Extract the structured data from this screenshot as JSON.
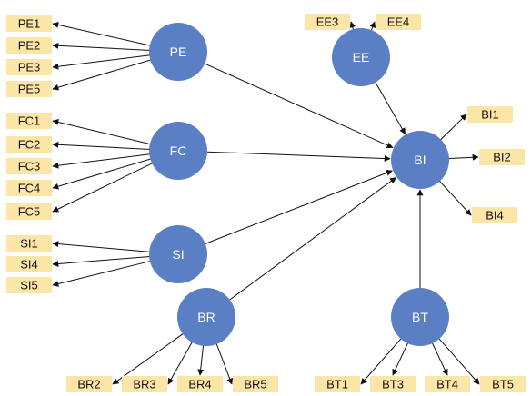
{
  "colors": {
    "construct_fill": "#5b7fc4",
    "indicator_fill": "#fbe5a7",
    "edge": "#111111",
    "construct_text": "#ffffff",
    "indicator_text": "#111111"
  },
  "constructs": [
    {
      "id": "PE",
      "label": "PE"
    },
    {
      "id": "FC",
      "label": "FC"
    },
    {
      "id": "SI",
      "label": "SI"
    },
    {
      "id": "BR",
      "label": "BR"
    },
    {
      "id": "EE",
      "label": "EE"
    },
    {
      "id": "BI",
      "label": "BI"
    },
    {
      "id": "BT",
      "label": "BT"
    }
  ],
  "indicators": [
    {
      "id": "PE1",
      "label": "PE1",
      "construct": "PE"
    },
    {
      "id": "PE2",
      "label": "PE2",
      "construct": "PE"
    },
    {
      "id": "PE3",
      "label": "PE3",
      "construct": "PE"
    },
    {
      "id": "PE5",
      "label": "PE5",
      "construct": "PE"
    },
    {
      "id": "FC1",
      "label": "FC1",
      "construct": "FC"
    },
    {
      "id": "FC2",
      "label": "FC2",
      "construct": "FC"
    },
    {
      "id": "FC3",
      "label": "FC3",
      "construct": "FC"
    },
    {
      "id": "FC4",
      "label": "FC4",
      "construct": "FC"
    },
    {
      "id": "FC5",
      "label": "FC5",
      "construct": "FC"
    },
    {
      "id": "SI1",
      "label": "SI1",
      "construct": "SI"
    },
    {
      "id": "SI4",
      "label": "SI4",
      "construct": "SI"
    },
    {
      "id": "SI5",
      "label": "SI5",
      "construct": "SI"
    },
    {
      "id": "BR2",
      "label": "BR2",
      "construct": "BR"
    },
    {
      "id": "BR3",
      "label": "BR3",
      "construct": "BR"
    },
    {
      "id": "BR4",
      "label": "BR4",
      "construct": "BR"
    },
    {
      "id": "BR5",
      "label": "BR5",
      "construct": "BR"
    },
    {
      "id": "EE3",
      "label": "EE3",
      "construct": "EE"
    },
    {
      "id": "EE4",
      "label": "EE4",
      "construct": "EE"
    },
    {
      "id": "BI1",
      "label": "BI1",
      "construct": "BI"
    },
    {
      "id": "BI2",
      "label": "BI2",
      "construct": "BI"
    },
    {
      "id": "BI4",
      "label": "BI4",
      "construct": "BI"
    },
    {
      "id": "BT1",
      "label": "BT1",
      "construct": "BT"
    },
    {
      "id": "BT3",
      "label": "BT3",
      "construct": "BT"
    },
    {
      "id": "BT4",
      "label": "BT4",
      "construct": "BT"
    },
    {
      "id": "BT5",
      "label": "BT5",
      "construct": "BT"
    }
  ],
  "paths": [
    {
      "from": "PE",
      "to": "BI"
    },
    {
      "from": "FC",
      "to": "BI"
    },
    {
      "from": "SI",
      "to": "BI"
    },
    {
      "from": "BR",
      "to": "BI"
    },
    {
      "from": "EE",
      "to": "BI"
    },
    {
      "from": "BT",
      "to": "BI"
    }
  ]
}
